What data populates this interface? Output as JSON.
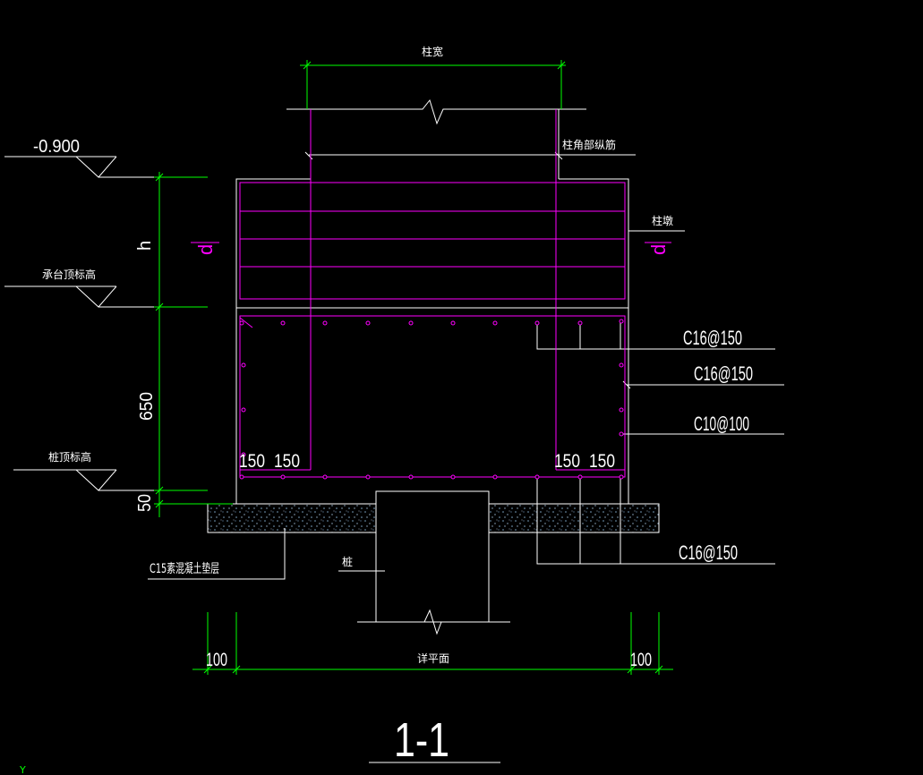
{
  "colors": {
    "background": "#000000",
    "outline": "#ffffff",
    "rebar": "#ff00ff",
    "dimension": "#00ff00",
    "axis": "#00ff00",
    "cushion_speckle": "#7fa8c8"
  },
  "labels": {
    "column_width": "柱宽",
    "elevation_top": "-0.900",
    "column_corner_bar": "柱角部纵筋",
    "column_pier": "柱墩",
    "cap_top_elev": "承台顶标高",
    "pile_top_elev": "桩顶标高",
    "rebar_top": "C16@150",
    "rebar_side": "C16@150",
    "rebar_stirrup": "C10@100",
    "rebar_bottom": "C16@150",
    "cushion": "C15素混凝土垫层",
    "pile": "桩",
    "plan_ref": "详平面",
    "section_title": "1-1",
    "axis_y": "Y"
  },
  "dimensions": {
    "h": "h",
    "d_left": "d",
    "d_right": "d",
    "dim_650": "650",
    "dim_50": "50",
    "dim_150_a": "150",
    "dim_150_b": "150",
    "dim_150_c": "150",
    "dim_150_d": "150",
    "dim_100_left": "100",
    "dim_100_right": "100"
  }
}
